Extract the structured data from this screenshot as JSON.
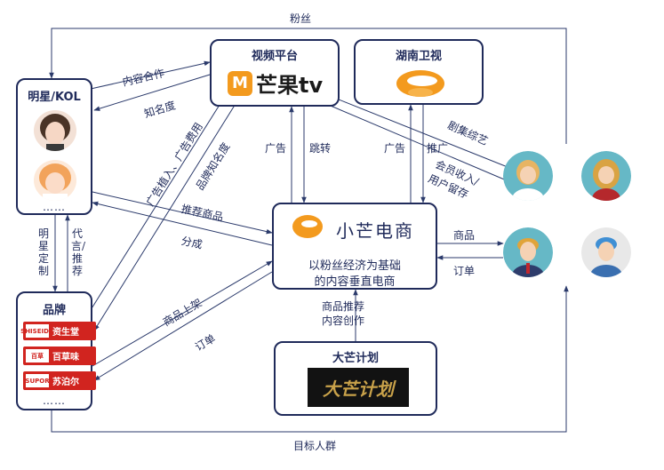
{
  "nodes": {
    "kol": {
      "title": "明星/KOL",
      "more": "……"
    },
    "brand": {
      "title": "品牌",
      "items": [
        "资生堂",
        "百草味",
        "苏泊尔"
      ],
      "more": "……"
    },
    "platform": {
      "title": "视频平台",
      "logo_text": "芒果tv"
    },
    "hunan": {
      "title": "湖南卫视"
    },
    "xmds": {
      "title": "小芒电商",
      "desc_line1": "以粉丝经济为基础",
      "desc_line2": "的内容垂直电商"
    },
    "damang": {
      "title": "大芒计划",
      "logo_text": "大芒计划"
    }
  },
  "labels": {
    "fans": "粉丝",
    "target": "目标人群",
    "content_coop": "内容合作",
    "popularity": "知名度",
    "ads_placement": "广告植入、广告费用",
    "brand_awareness": "品牌知名度",
    "recommend_goods": "推荐商品",
    "share": "分成",
    "goods_listing": "商品上架",
    "order_brand": "订单",
    "ad_left": "广告",
    "jump": "跳转",
    "ad_right": "广告",
    "promote": "推广",
    "drama_variety": "剧集综艺",
    "member_income": "会员收入/",
    "user_retention": "用户留存",
    "goods_to_user": "商品",
    "order_user": "订单",
    "goods_rec": "商品推荐",
    "content_creation": "内容创作",
    "star_custom": "明星定制",
    "endorse": "代言/推荐"
  },
  "colors": {
    "ink": "#1f2a5a",
    "arrow": "#2b3a6b",
    "mango": "#f39a1e",
    "brand_red": "#d1241f"
  }
}
